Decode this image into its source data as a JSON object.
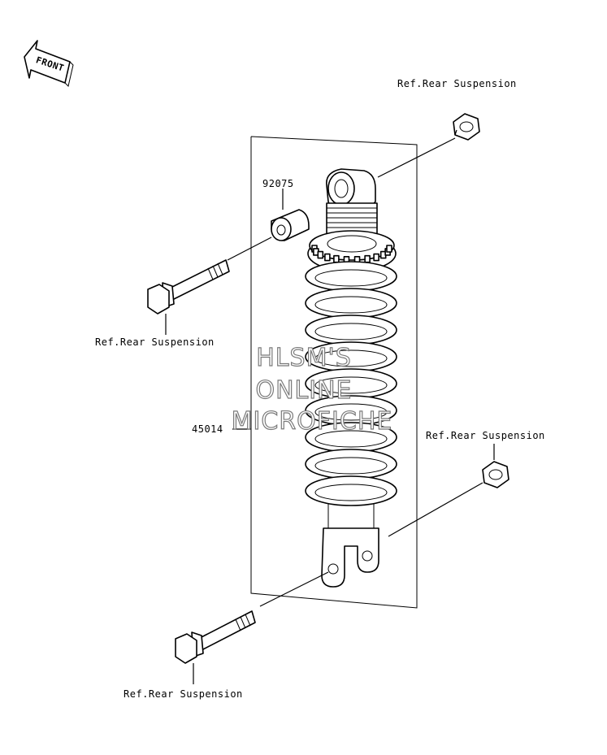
{
  "front_badge": "FRONT",
  "labels": {
    "ref_top": "Ref.Rear Suspension",
    "ref_left_bolt": "Ref.Rear Suspension",
    "ref_right_nut": "Ref.Rear Suspension",
    "ref_bottom_bolt": "Ref.Rear Suspension",
    "part_collar": "92075",
    "part_shock": "45014"
  },
  "watermark": {
    "line1": "HLSM'S",
    "line2": "ONLINE",
    "line3": "MICROFICHE"
  }
}
